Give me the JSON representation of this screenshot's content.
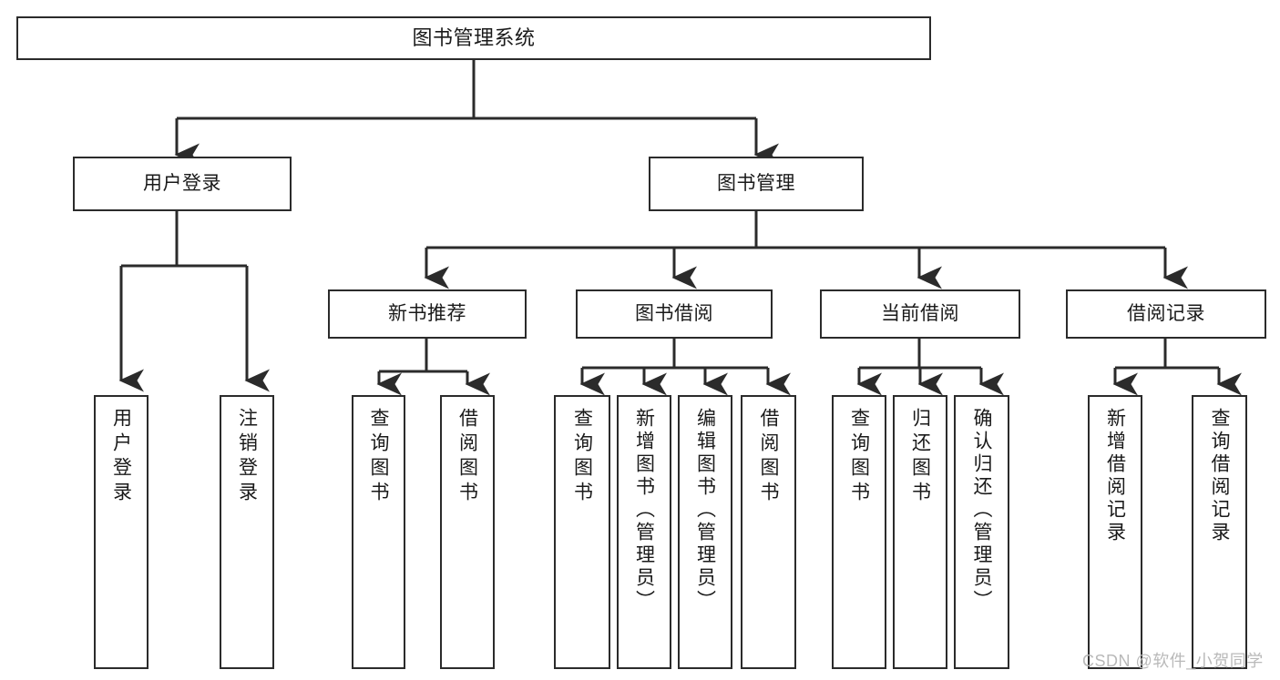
{
  "diagram": {
    "title": "图书管理系统",
    "type": "tree",
    "watermark": "CSDN @软件_小贺同学",
    "colors": {
      "box_border": "#2b2b2b",
      "box_fill": "#ffffff",
      "connector": "#2b2b2b",
      "text": "#1a1a1a",
      "watermark": "#b9b9b9",
      "background": "#ffffff"
    },
    "nodes": {
      "root": {
        "label": "图书管理系统"
      },
      "level1": [
        {
          "id": "user-login",
          "label": "用户登录"
        },
        {
          "id": "book-management",
          "label": "图书管理"
        }
      ],
      "level2": [
        {
          "id": "new-book-recommend",
          "label": "新书推荐"
        },
        {
          "id": "book-borrow",
          "label": "图书借阅"
        },
        {
          "id": "current-borrow",
          "label": "当前借阅"
        },
        {
          "id": "borrow-record",
          "label": "借阅记录"
        }
      ],
      "leaves": {
        "user_login": [
          {
            "id": "leaf-user-login",
            "label": "用户登录"
          },
          {
            "id": "leaf-logout-login",
            "label": "注销登录"
          }
        ],
        "new_book_recommend": [
          {
            "id": "leaf-query-book-1",
            "label": "查询图书"
          },
          {
            "id": "leaf-borrow-book-1",
            "label": "借阅图书"
          }
        ],
        "book_borrow": [
          {
            "id": "leaf-query-book-2",
            "label": "查询图书"
          },
          {
            "id": "leaf-add-book-admin",
            "label": "新增图书（管理员）"
          },
          {
            "id": "leaf-edit-book-admin",
            "label": "编辑图书（管理员）"
          },
          {
            "id": "leaf-borrow-book-2",
            "label": "借阅图书"
          }
        ],
        "current_borrow": [
          {
            "id": "leaf-query-book-3",
            "label": "查询图书"
          },
          {
            "id": "leaf-return-book",
            "label": "归还图书"
          },
          {
            "id": "leaf-confirm-return-admin",
            "label": "确认归还（管理员）"
          }
        ],
        "borrow_record": [
          {
            "id": "leaf-add-borrow-record",
            "label": "新增借阅记录"
          },
          {
            "id": "leaf-query-borrow-record",
            "label": "查询借阅记录"
          }
        ]
      }
    }
  }
}
